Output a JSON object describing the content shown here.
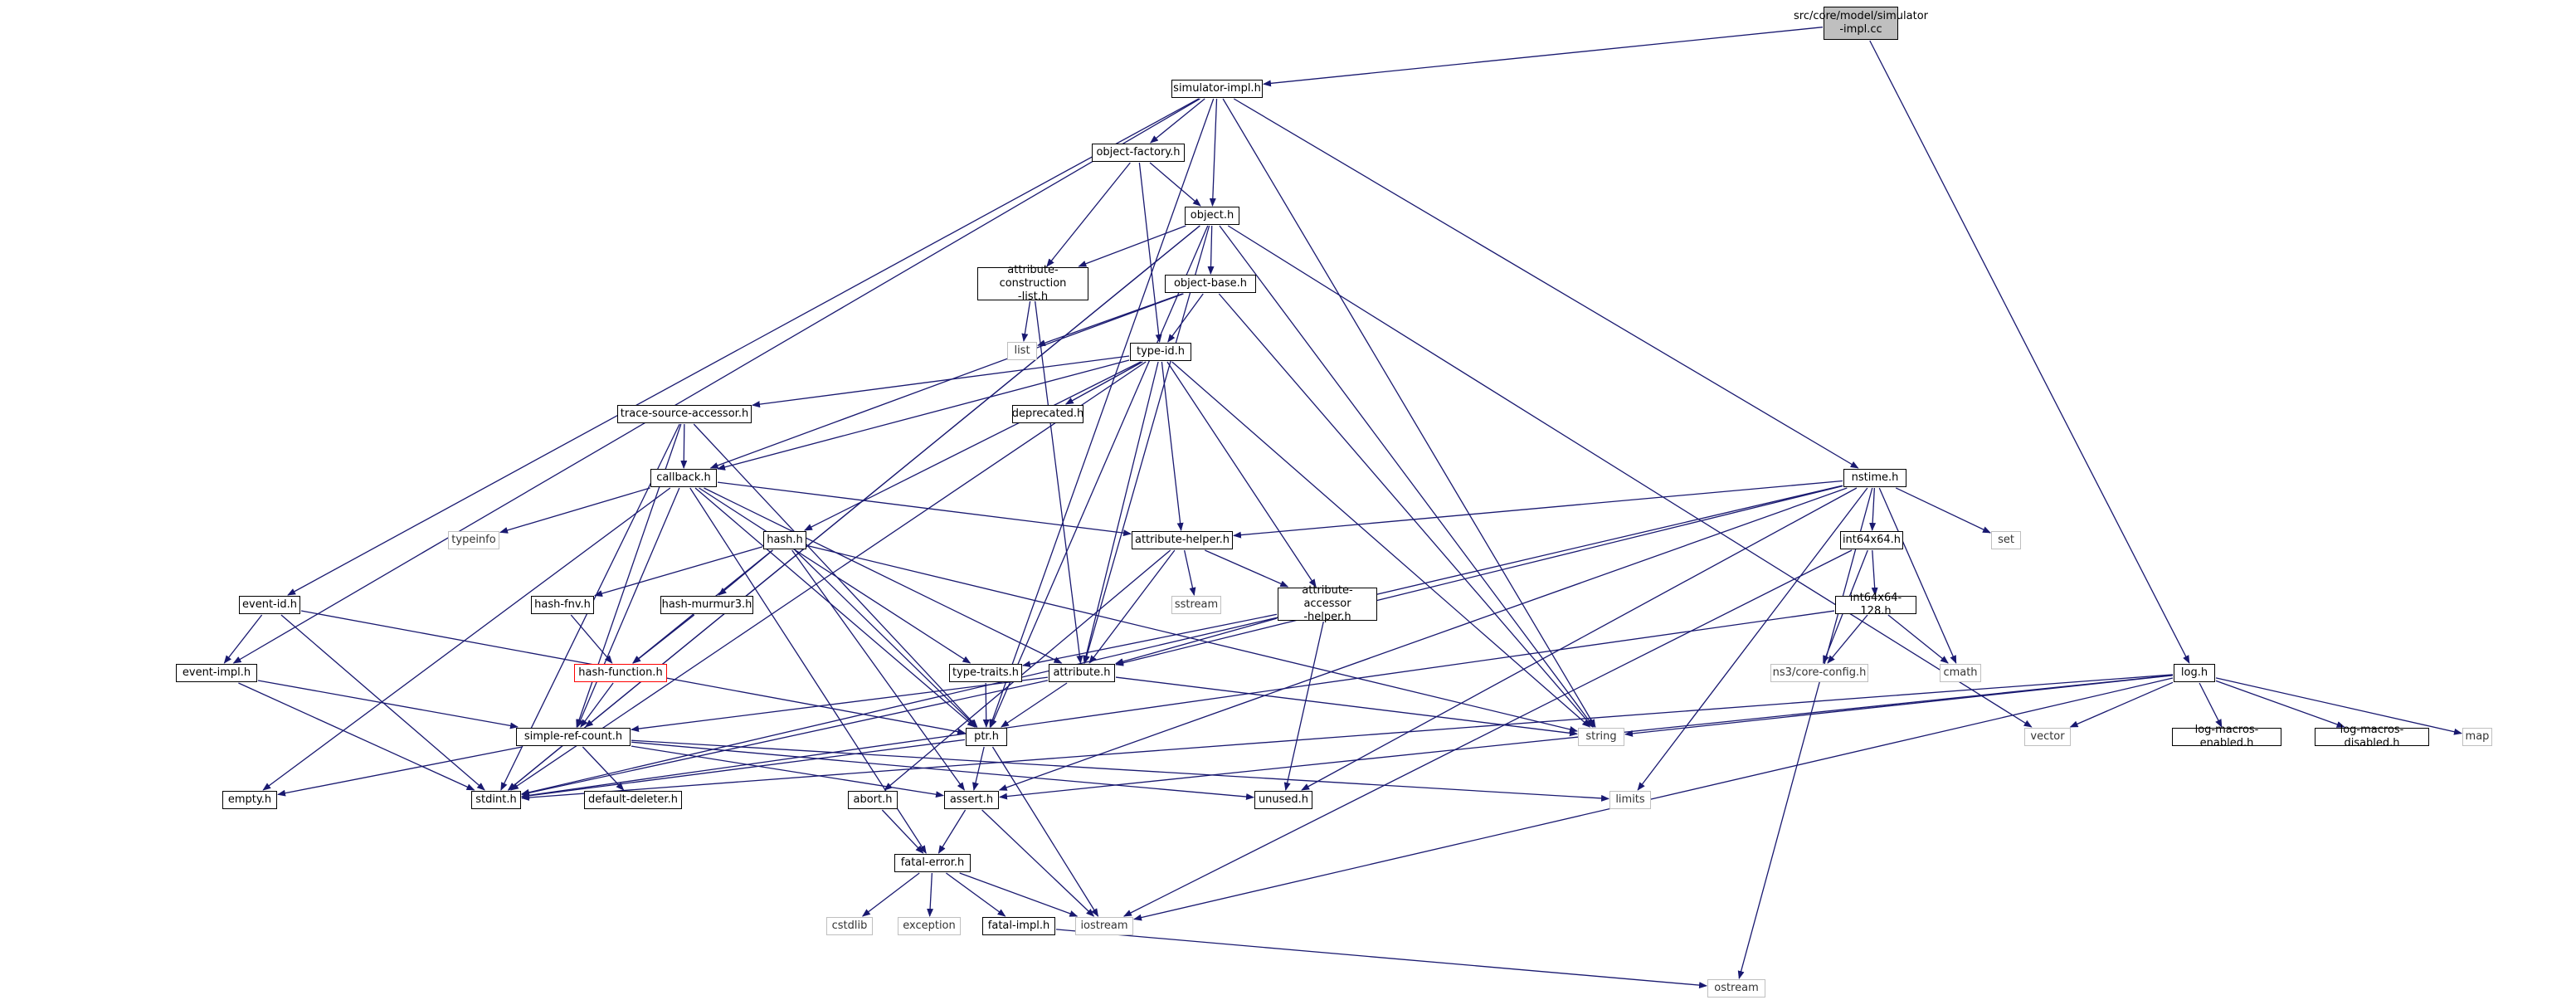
{
  "colors": {
    "edge": "#191970",
    "border": "#000000",
    "external_border": "#bfbfbf",
    "highlight_border": "#ff0000",
    "root_fill": "#bfbfbf"
  },
  "nodes": [
    {
      "id": "root",
      "label": "src/core/model/simulator\n-impl.cc",
      "kind": "root"
    },
    {
      "id": "simulator_impl",
      "label": "simulator-impl.h",
      "kind": "file"
    },
    {
      "id": "object_factory",
      "label": "object-factory.h",
      "kind": "file"
    },
    {
      "id": "object",
      "label": "object.h",
      "kind": "file"
    },
    {
      "id": "attr_construction",
      "label": "attribute-construction\n-list.h",
      "kind": "file"
    },
    {
      "id": "object_base",
      "label": "object-base.h",
      "kind": "file"
    },
    {
      "id": "list",
      "label": "list",
      "kind": "ext"
    },
    {
      "id": "type_id",
      "label": "type-id.h",
      "kind": "file"
    },
    {
      "id": "trace_source",
      "label": "trace-source-accessor.h",
      "kind": "file"
    },
    {
      "id": "deprecated",
      "label": "deprecated.h",
      "kind": "file"
    },
    {
      "id": "callback",
      "label": "callback.h",
      "kind": "file"
    },
    {
      "id": "nstime",
      "label": "nstime.h",
      "kind": "file"
    },
    {
      "id": "typeinfo",
      "label": "typeinfo",
      "kind": "ext"
    },
    {
      "id": "hash",
      "label": "hash.h",
      "kind": "file"
    },
    {
      "id": "attribute_helper",
      "label": "attribute-helper.h",
      "kind": "file"
    },
    {
      "id": "int64x64",
      "label": "int64x64.h",
      "kind": "file"
    },
    {
      "id": "set",
      "label": "set",
      "kind": "ext"
    },
    {
      "id": "event_id",
      "label": "event-id.h",
      "kind": "file"
    },
    {
      "id": "hash_fnv",
      "label": "hash-fnv.h",
      "kind": "file"
    },
    {
      "id": "hash_murmur3",
      "label": "hash-murmur3.h",
      "kind": "file"
    },
    {
      "id": "sstream",
      "label": "sstream",
      "kind": "ext"
    },
    {
      "id": "attribute_accessor_helper",
      "label": "attribute-accessor\n-helper.h",
      "kind": "file"
    },
    {
      "id": "int64x64_128",
      "label": "int64x64-128.h",
      "kind": "file"
    },
    {
      "id": "event_impl",
      "label": "event-impl.h",
      "kind": "file"
    },
    {
      "id": "hash_function",
      "label": "hash-function.h",
      "kind": "red"
    },
    {
      "id": "type_traits",
      "label": "type-traits.h",
      "kind": "file"
    },
    {
      "id": "attribute",
      "label": "attribute.h",
      "kind": "file"
    },
    {
      "id": "ns3_core_config",
      "label": "ns3/core-config.h",
      "kind": "ext"
    },
    {
      "id": "cmath",
      "label": "cmath",
      "kind": "ext"
    },
    {
      "id": "log",
      "label": "log.h",
      "kind": "file"
    },
    {
      "id": "string",
      "label": "string",
      "kind": "ext"
    },
    {
      "id": "vector",
      "label": "vector",
      "kind": "ext"
    },
    {
      "id": "log_macros_enabled",
      "label": "log-macros-enabled.h",
      "kind": "file"
    },
    {
      "id": "log_macros_disabled",
      "label": "log-macros-disabled.h",
      "kind": "file"
    },
    {
      "id": "map",
      "label": "map",
      "kind": "ext"
    },
    {
      "id": "simple_ref_count",
      "label": "simple-ref-count.h",
      "kind": "file"
    },
    {
      "id": "ptr",
      "label": "ptr.h",
      "kind": "file"
    },
    {
      "id": "empty",
      "label": "empty.h",
      "kind": "file"
    },
    {
      "id": "stdint",
      "label": "stdint.h",
      "kind": "file"
    },
    {
      "id": "default_deleter",
      "label": "default-deleter.h",
      "kind": "file"
    },
    {
      "id": "abort",
      "label": "abort.h",
      "kind": "file"
    },
    {
      "id": "assert",
      "label": "assert.h",
      "kind": "file"
    },
    {
      "id": "unused",
      "label": "unused.h",
      "kind": "file"
    },
    {
      "id": "limits",
      "label": "limits",
      "kind": "ext"
    },
    {
      "id": "fatal_error",
      "label": "fatal-error.h",
      "kind": "file"
    },
    {
      "id": "cstdlib",
      "label": "cstdlib",
      "kind": "ext"
    },
    {
      "id": "exception",
      "label": "exception",
      "kind": "ext"
    },
    {
      "id": "fatal_impl",
      "label": "fatal-impl.h",
      "kind": "file"
    },
    {
      "id": "iostream",
      "label": "iostream",
      "kind": "ext"
    },
    {
      "id": "ostream",
      "label": "ostream",
      "kind": "ext"
    }
  ],
  "edges": [
    [
      "root",
      "simulator_impl"
    ],
    [
      "root",
      "log"
    ],
    [
      "simulator_impl",
      "object_factory"
    ],
    [
      "simulator_impl",
      "object"
    ],
    [
      "simulator_impl",
      "nstime"
    ],
    [
      "simulator_impl",
      "event_id"
    ],
    [
      "simulator_impl",
      "event_impl"
    ],
    [
      "simulator_impl",
      "ptr"
    ],
    [
      "simulator_impl",
      "string"
    ],
    [
      "object_factory",
      "object"
    ],
    [
      "object_factory",
      "attr_construction"
    ],
    [
      "object_factory",
      "type_id"
    ],
    [
      "object",
      "attr_construction"
    ],
    [
      "object",
      "object_base"
    ],
    [
      "object",
      "ptr"
    ],
    [
      "object",
      "attribute"
    ],
    [
      "object",
      "string"
    ],
    [
      "object",
      "vector"
    ],
    [
      "object",
      "simple_ref_count"
    ],
    [
      "object",
      "stdint"
    ],
    [
      "attr_construction",
      "list"
    ],
    [
      "attr_construction",
      "attribute"
    ],
    [
      "object_base",
      "list"
    ],
    [
      "object_base",
      "type_id"
    ],
    [
      "object_base",
      "callback"
    ],
    [
      "object_base",
      "string"
    ],
    [
      "type_id",
      "trace_source"
    ],
    [
      "type_id",
      "deprecated"
    ],
    [
      "type_id",
      "callback"
    ],
    [
      "type_id",
      "hash"
    ],
    [
      "type_id",
      "attribute_helper"
    ],
    [
      "type_id",
      "attribute_accessor_helper"
    ],
    [
      "type_id",
      "attribute"
    ],
    [
      "type_id",
      "string"
    ],
    [
      "type_id",
      "stdint"
    ],
    [
      "trace_source",
      "callback"
    ],
    [
      "trace_source",
      "simple_ref_count"
    ],
    [
      "trace_source",
      "ptr"
    ],
    [
      "trace_source",
      "stdint"
    ],
    [
      "callback",
      "typeinfo"
    ],
    [
      "callback",
      "attribute_helper"
    ],
    [
      "callback",
      "attribute"
    ],
    [
      "callback",
      "type_traits"
    ],
    [
      "callback",
      "ptr"
    ],
    [
      "callback",
      "simple_ref_count"
    ],
    [
      "callback",
      "empty"
    ],
    [
      "callback",
      "fatal_error"
    ],
    [
      "nstime",
      "attribute_helper"
    ],
    [
      "nstime",
      "int64x64"
    ],
    [
      "nstime",
      "set"
    ],
    [
      "nstime",
      "attribute"
    ],
    [
      "nstime",
      "cmath"
    ],
    [
      "nstime",
      "stdint"
    ],
    [
      "nstime",
      "limits"
    ],
    [
      "nstime",
      "ostream"
    ],
    [
      "nstime",
      "assert"
    ],
    [
      "nstime",
      "unused"
    ],
    [
      "hash",
      "hash_fnv"
    ],
    [
      "hash",
      "hash_murmur3"
    ],
    [
      "hash",
      "hash_function"
    ],
    [
      "hash",
      "ptr"
    ],
    [
      "hash",
      "assert"
    ],
    [
      "hash",
      "string"
    ],
    [
      "attribute_helper",
      "sstream"
    ],
    [
      "attribute_helper",
      "attribute_accessor_helper"
    ],
    [
      "attribute_helper",
      "attribute"
    ],
    [
      "attribute_helper",
      "abort"
    ],
    [
      "int64x64",
      "int64x64_128"
    ],
    [
      "int64x64",
      "ns3_core_config"
    ],
    [
      "int64x64",
      "iostream"
    ],
    [
      "event_id",
      "event_impl"
    ],
    [
      "event_id",
      "ptr"
    ],
    [
      "event_id",
      "stdint"
    ],
    [
      "hash_fnv",
      "hash_function"
    ],
    [
      "hash_murmur3",
      "hash_function"
    ],
    [
      "hash_function",
      "simple_ref_count"
    ],
    [
      "attribute_accessor_helper",
      "attribute"
    ],
    [
      "attribute_accessor_helper",
      "type_traits"
    ],
    [
      "attribute_accessor_helper",
      "unused"
    ],
    [
      "int64x64_128",
      "cmath"
    ],
    [
      "int64x64_128",
      "ns3_core_config"
    ],
    [
      "int64x64_128",
      "stdint"
    ],
    [
      "event_impl",
      "simple_ref_count"
    ],
    [
      "event_impl",
      "stdint"
    ],
    [
      "type_traits",
      "ptr"
    ],
    [
      "attribute",
      "ptr"
    ],
    [
      "attribute",
      "simple_ref_count"
    ],
    [
      "attribute",
      "string"
    ],
    [
      "attribute",
      "stdint"
    ],
    [
      "log",
      "string"
    ],
    [
      "log",
      "vector"
    ],
    [
      "log",
      "log_macros_enabled"
    ],
    [
      "log",
      "log_macros_disabled"
    ],
    [
      "log",
      "map"
    ],
    [
      "log",
      "stdint"
    ],
    [
      "log",
      "iostream"
    ],
    [
      "log",
      "assert"
    ],
    [
      "simple_ref_count",
      "empty"
    ],
    [
      "simple_ref_count",
      "stdint"
    ],
    [
      "simple_ref_count",
      "default_deleter"
    ],
    [
      "simple_ref_count",
      "assert"
    ],
    [
      "simple_ref_count",
      "unused"
    ],
    [
      "simple_ref_count",
      "limits"
    ],
    [
      "ptr",
      "assert"
    ],
    [
      "ptr",
      "iostream"
    ],
    [
      "ptr",
      "stdint"
    ],
    [
      "abort",
      "fatal_error"
    ],
    [
      "assert",
      "fatal_error"
    ],
    [
      "assert",
      "iostream"
    ],
    [
      "fatal_error",
      "cstdlib"
    ],
    [
      "fatal_error",
      "exception"
    ],
    [
      "fatal_error",
      "fatal_impl"
    ],
    [
      "fatal_error",
      "iostream"
    ],
    [
      "fatal_impl",
      "ostream"
    ]
  ]
}
